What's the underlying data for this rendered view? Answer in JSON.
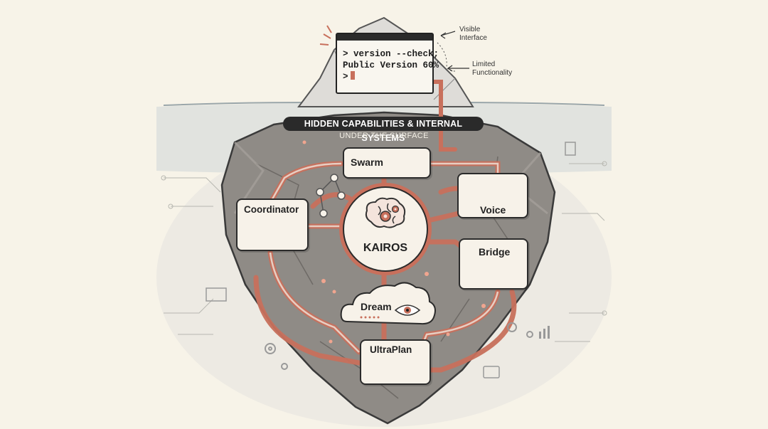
{
  "terminal": {
    "command": "> version --check;",
    "output": "Public Version 60%",
    "prompt": ">"
  },
  "annotations": {
    "visible_interface": "Visible Interface",
    "limited_functionality": "Limited Functionality"
  },
  "banner": {
    "title": "HIDDEN CAPABILITIES & INTERNAL SYSTEMS",
    "subtitle": "UNDER THE SURFACE"
  },
  "nodes": {
    "swarm": "Swarm",
    "coordinator": "Coordinator",
    "kairos": "KAIROS",
    "voice": "Voice",
    "bridge": "Bridge",
    "dream": "Dream",
    "ultraplan": "UltraPlan"
  },
  "icons": [
    "hive-icon",
    "brain-gears-icon",
    "microphone-waveform-icon",
    "arrows-hub-icon",
    "bridge-icon",
    "eye-icon",
    "flowchart-icon",
    "calendar-icon",
    "gear-icon",
    "folder-icon",
    "document-icon",
    "bar-chart-icon"
  ],
  "colors": {
    "accent": "#c8705c",
    "rock": "#8f8b86",
    "water": "#c9cfd1",
    "ink": "#2b2b2b",
    "paper": "#f7f3e8"
  }
}
